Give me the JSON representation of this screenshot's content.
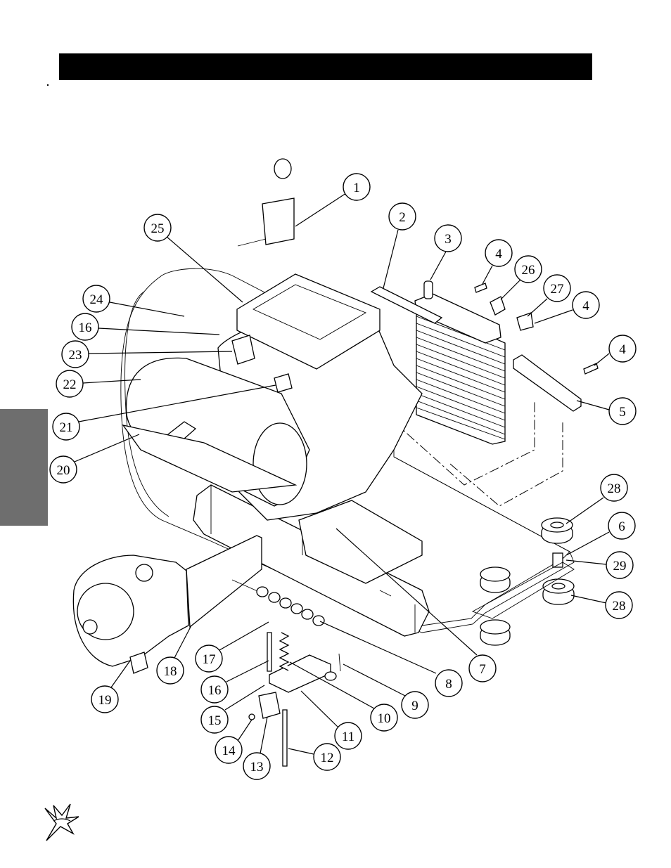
{
  "header": {
    "bar_color": "#000000"
  },
  "side_tab": {
    "color": "#6e6e6e"
  },
  "callouts": [
    {
      "label": "1"
    },
    {
      "label": "2"
    },
    {
      "label": "3"
    },
    {
      "label": "4"
    },
    {
      "label": "26"
    },
    {
      "label": "27"
    },
    {
      "label": "4"
    },
    {
      "label": "4"
    },
    {
      "label": "5"
    },
    {
      "label": "25"
    },
    {
      "label": "24"
    },
    {
      "label": "16"
    },
    {
      "label": "23"
    },
    {
      "label": "22"
    },
    {
      "label": "21"
    },
    {
      "label": "20"
    },
    {
      "label": "28"
    },
    {
      "label": "6"
    },
    {
      "label": "29"
    },
    {
      "label": "28"
    },
    {
      "label": "7"
    },
    {
      "label": "8"
    },
    {
      "label": "9"
    },
    {
      "label": "10"
    },
    {
      "label": "11"
    },
    {
      "label": "12"
    },
    {
      "label": "13"
    },
    {
      "label": "14"
    },
    {
      "label": "15"
    },
    {
      "label": "16"
    },
    {
      "label": "17"
    },
    {
      "label": "18"
    },
    {
      "label": "19"
    }
  ],
  "logo": {
    "icon": "star-swoosh-logo-icon"
  }
}
